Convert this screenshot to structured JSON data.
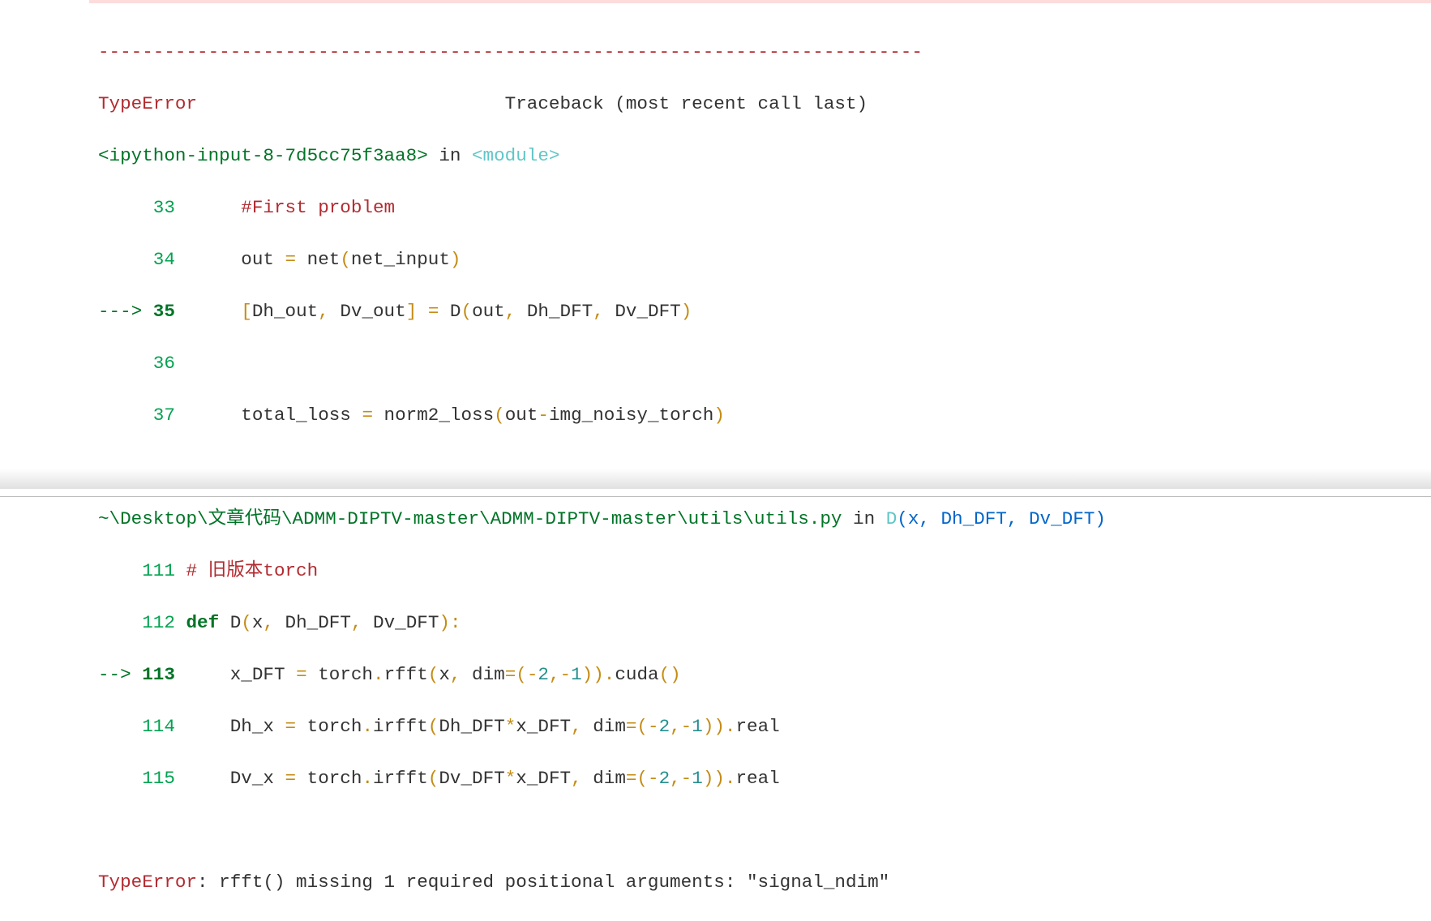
{
  "colors": {
    "error_red": "#B22B31",
    "path_green": "#007427",
    "lineno_green": "#00A250",
    "cyan": "#60C6C8",
    "blue": "#0065CA",
    "punct_orange": "#C48C14",
    "number_teal": "#258F8F",
    "text": "#333333",
    "band_pink": "#fddcdc"
  },
  "traceback": {
    "separator": "---------------------------------------------------------------------------",
    "error_type": "TypeError",
    "header_gap": "                            ",
    "header_text": "Traceback (most recent call last)",
    "frame1": {
      "location": "<ipython-input-8-7d5cc75f3aa8>",
      "in_word": " in ",
      "func": "<module>",
      "lines": [
        {
          "prefix": "     ",
          "lineno": "33",
          "code_comment": "#First problem"
        },
        {
          "prefix": "     ",
          "lineno": "34"
        },
        {
          "prefix": "---> ",
          "lineno": "35"
        },
        {
          "prefix": "     ",
          "lineno": "36"
        },
        {
          "prefix": "     ",
          "lineno": "37"
        }
      ]
    },
    "frame2": {
      "location": "~\\Desktop\\文章代码\\ADMM-DIPTV-master\\ADMM-DIPTV-master\\utils\\utils.py",
      "in_word": " in ",
      "func": "D",
      "args": "x, Dh_DFT, Dv_DFT",
      "lines": [
        {
          "prefix": "    ",
          "lineno": "111",
          "comment": "# 旧版本torch"
        },
        {
          "prefix": "    ",
          "lineno": "112",
          "keyword": "def"
        },
        {
          "prefix": "--> ",
          "lineno": "113"
        },
        {
          "prefix": "    ",
          "lineno": "114"
        },
        {
          "prefix": "    ",
          "lineno": "115"
        }
      ]
    },
    "final": {
      "error_type": "TypeError",
      "message": ": rfft() missing 1 required positional arguments: \"signal_ndim\""
    }
  }
}
